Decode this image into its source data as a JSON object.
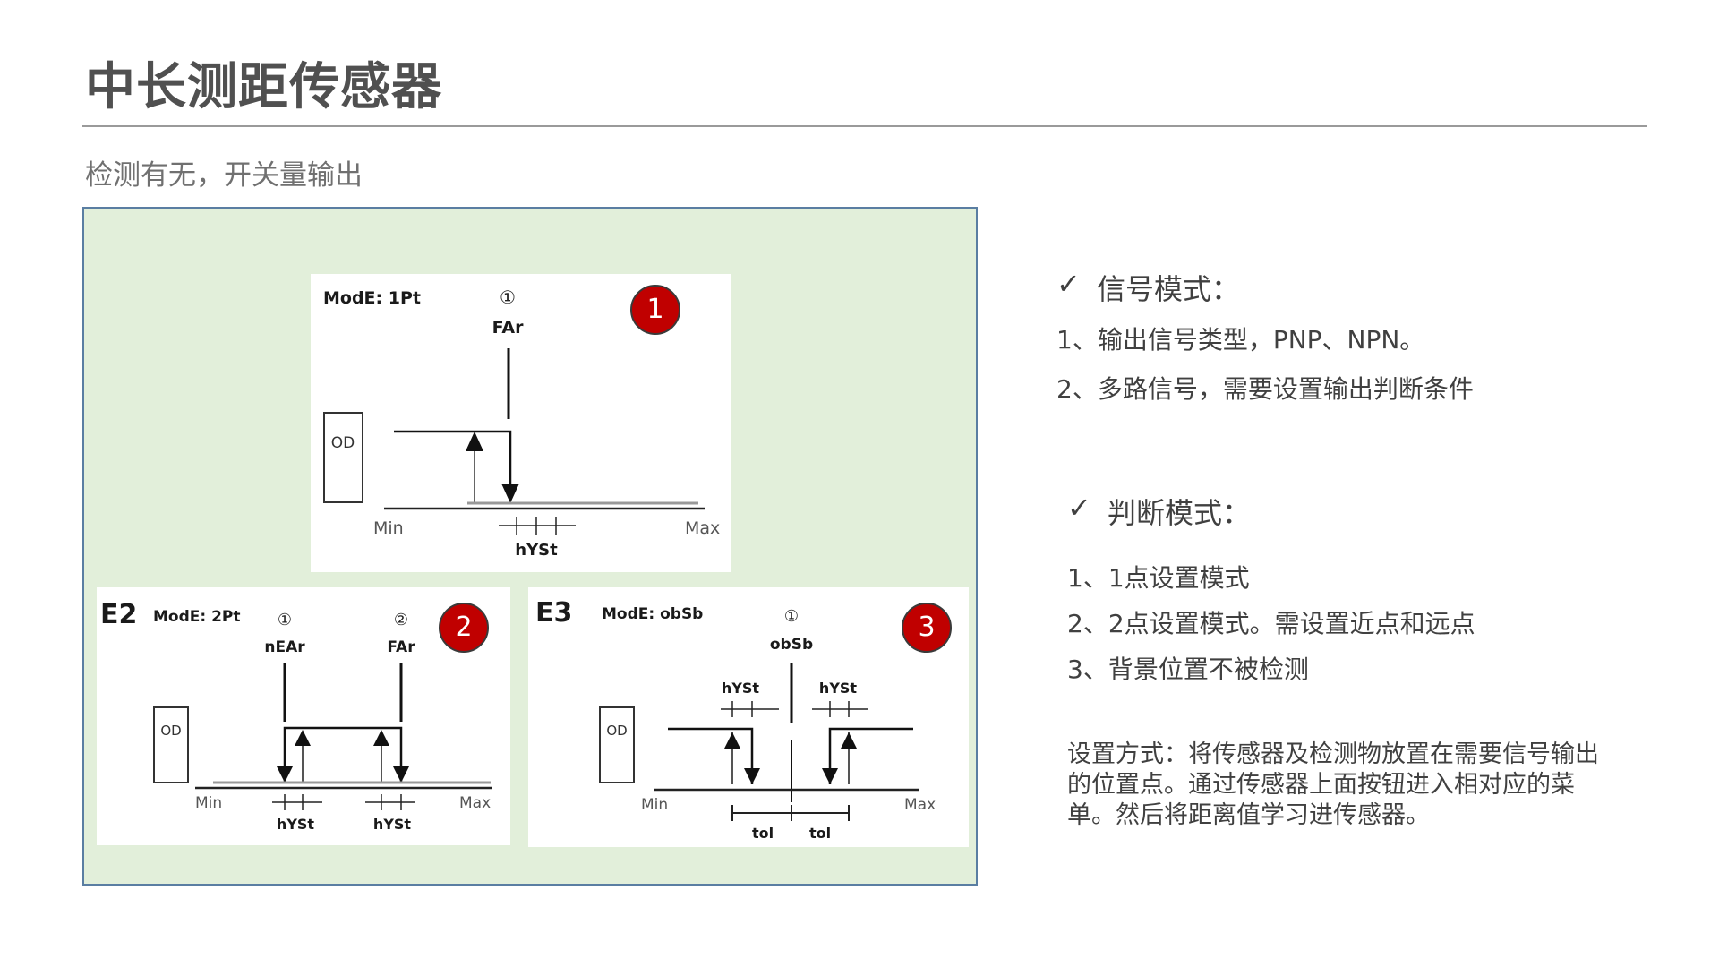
{
  "slide": {
    "title": "中长测距传感器",
    "subtitle": "检测有无，开关量输出"
  },
  "badges": [
    "1",
    "2",
    "3"
  ],
  "colors": {
    "badge": "#c00000",
    "panel_bg": "#e2efda",
    "panel_border": "#5a7ea2"
  },
  "diagram1": {
    "mode": "ModE: 1Pt",
    "circle_num": "①",
    "point_label": "FAr",
    "sensor": "OD",
    "min": "Min",
    "max": "Max",
    "hyst": "hYSt"
  },
  "diagram2": {
    "code": "E2",
    "mode": "ModE: 2Pt",
    "circle1": "①",
    "circle2": "②",
    "near": "nEAr",
    "far": "FAr",
    "sensor": "OD",
    "min": "Min",
    "max": "Max",
    "hyst1": "hYSt",
    "hyst2": "hYSt"
  },
  "diagram3": {
    "code": "E3",
    "mode": "ModE: obSb",
    "circle": "①",
    "point_label": "obSb",
    "hyst_left": "hYSt",
    "hyst_right": "hYSt",
    "sensor": "OD",
    "min": "Min",
    "max": "Max",
    "tol1": "tol",
    "tol2": "tol"
  },
  "signal_mode": {
    "check": "✓",
    "heading": "信号模式：",
    "items": [
      "1、输出信号类型，PNP、NPN。",
      "2、多路信号，需要设置输出判断条件"
    ]
  },
  "judge_mode": {
    "check": "✓",
    "heading": "判断模式：",
    "items": [
      "1、1点设置模式",
      "2、2点设置模式。需设置近点和远点",
      "3、背景位置不被检测"
    ]
  },
  "setup": {
    "text": "设置方式：将传感器及检测物放置在需要信号输出的位置点。通过传感器上面按钮进入相对应的菜单。然后将距离值学习进传感器。"
  }
}
